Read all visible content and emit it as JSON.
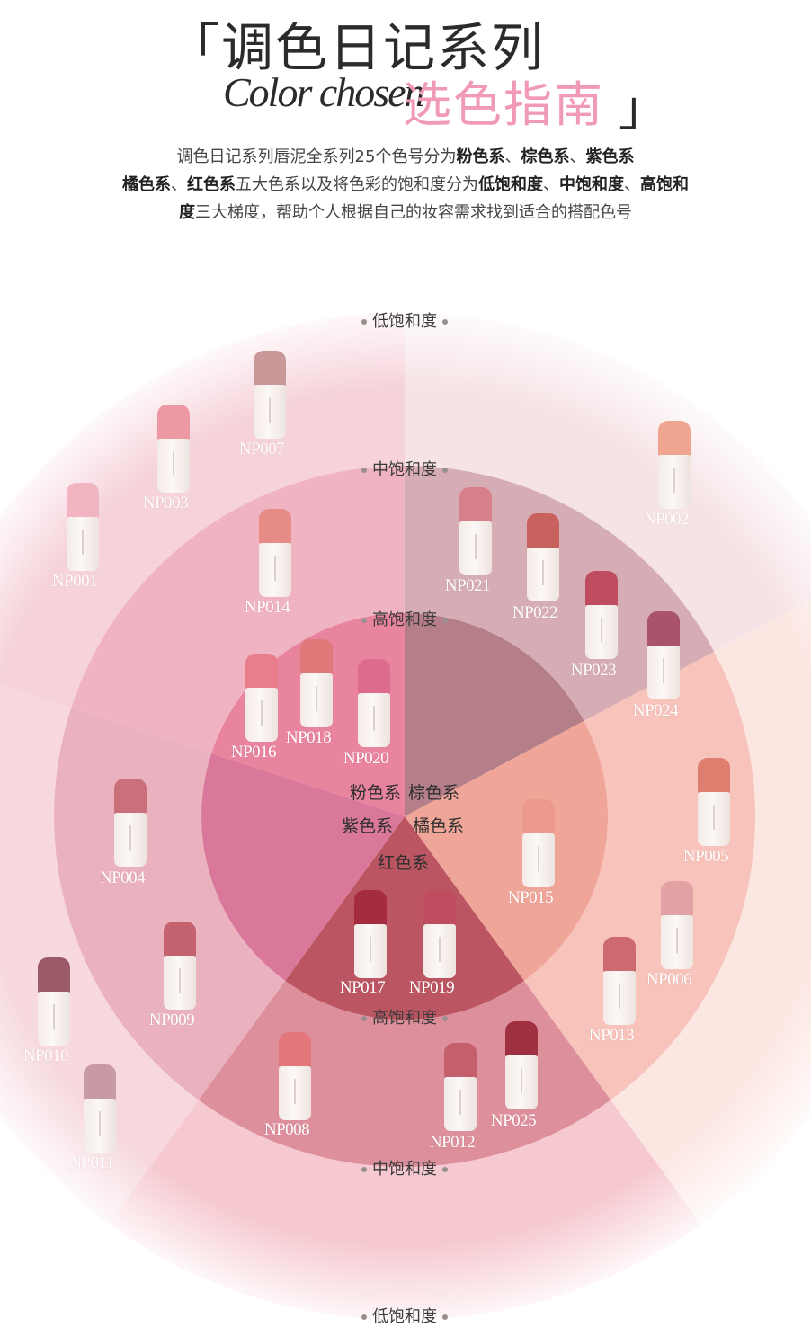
{
  "header": {
    "title_cn": "「调色日记系列",
    "title_en": "Color chosen",
    "title_pink": "选色指南",
    "title_end": "」"
  },
  "description": {
    "line1": [
      {
        "t": "调色日记系列唇泥全系列25个色号分为",
        "b": false
      },
      {
        "t": "粉色系",
        "b": true
      },
      {
        "t": "、",
        "b": false
      },
      {
        "t": "棕色系",
        "b": true
      },
      {
        "t": "、",
        "b": false
      },
      {
        "t": "紫色系",
        "b": true
      }
    ],
    "line2": [
      {
        "t": "橘色系",
        "b": true
      },
      {
        "t": "、",
        "b": false
      },
      {
        "t": "红色系",
        "b": true
      },
      {
        "t": "五大色系以及将色彩的饱和度分为",
        "b": false
      },
      {
        "t": "低饱和度",
        "b": true
      },
      {
        "t": "、",
        "b": false
      },
      {
        "t": "中饱和度",
        "b": true
      },
      {
        "t": "、",
        "b": false
      },
      {
        "t": "高饱和",
        "b": true
      }
    ],
    "line3": [
      {
        "t": "度",
        "b": true
      },
      {
        "t": "三大梯度，帮助个人根据自己的妆容需求找到适合的搭配色号",
        "b": false
      }
    ]
  },
  "ring_labels": {
    "low": "低饱和度",
    "mid": "中饱和度",
    "high": "高饱和度"
  },
  "families": {
    "pink": "粉色系",
    "brown": "棕色系",
    "purple": "紫色系",
    "orange": "橘色系",
    "red": "红色系"
  },
  "colors": {
    "pink_outer": "#f6d3db",
    "pink_mid": "#f0b3c2",
    "pink_inner": "#e9849e",
    "brown_outer": "#f6e3e6",
    "brown_mid": "#d6adb5",
    "brown_inner": "#b57f89",
    "orange_outer": "#fce6e2",
    "orange_mid": "#f7c3bb",
    "orange_inner": "#efa598",
    "red_outer": "#f6c9d0",
    "red_mid": "#dd909c",
    "red_inner": "#bb5562",
    "purple_outer": "#f6d8de",
    "purple_mid": "#eab1bf",
    "purple_inner": "#d9789a"
  },
  "products": [
    {
      "code": "NP001",
      "cap": "#f0b5c0"
    },
    {
      "code": "NP002",
      "cap": "#efa58f"
    },
    {
      "code": "NP003",
      "cap": "#ec99a3"
    },
    {
      "code": "NP004",
      "cap": "#c9707a"
    },
    {
      "code": "NP005",
      "cap": "#de7e6e"
    },
    {
      "code": "NP006",
      "cap": "#e3a2a4"
    },
    {
      "code": "NP007",
      "cap": "#c99899"
    },
    {
      "code": "NP008",
      "cap": "#e3777c"
    },
    {
      "code": "NP009",
      "cap": "#c4626f"
    },
    {
      "code": "NP010",
      "cap": "#9a5a68"
    },
    {
      "code": "NP011",
      "cap": "#c89aa3"
    },
    {
      "code": "NP012",
      "cap": "#c55f6c"
    },
    {
      "code": "NP013",
      "cap": "#cc6a6f"
    },
    {
      "code": "NP014",
      "cap": "#e68b85"
    },
    {
      "code": "NP015",
      "cap": "#ec9a8c"
    },
    {
      "code": "NP016",
      "cap": "#e87e89"
    },
    {
      "code": "NP017",
      "cap": "#a52c3f"
    },
    {
      "code": "NP018",
      "cap": "#e07a7a"
    },
    {
      "code": "NP019",
      "cap": "#c04c5f"
    },
    {
      "code": "NP020",
      "cap": "#dd6b8d"
    },
    {
      "code": "NP021",
      "cap": "#d8808a"
    },
    {
      "code": "NP022",
      "cap": "#c9625e"
    },
    {
      "code": "NP023",
      "cap": "#c04c60"
    },
    {
      "code": "NP024",
      "cap": "#a9546a"
    },
    {
      "code": "NP025",
      "cap": "#9e3040"
    }
  ]
}
